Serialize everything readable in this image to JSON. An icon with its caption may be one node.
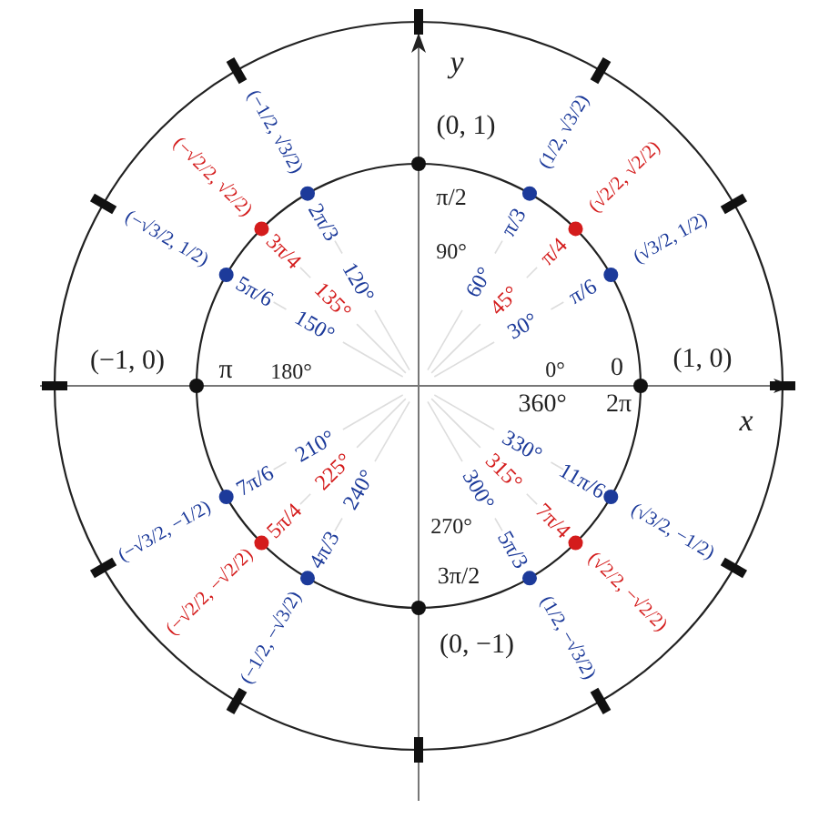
{
  "diagram": {
    "labels": [
      "y",
      "x",
      "(0, 1)",
      "π/2",
      "90°",
      "(1, 0)",
      "0",
      "0°",
      "360°",
      "2π",
      "(−1, 0)",
      "π",
      "180°",
      "(0, −1)",
      "3π/2",
      "270°",
      "(√3/2, 1/2)",
      "π/6",
      "30°",
      "(√2/2, √2/2)",
      "π/4",
      "45°",
      "(1/2, √3/2)",
      "π/3",
      "60°",
      "(−1/2, √3/2)",
      "2π/3",
      "120°",
      "(−√2/2, √2/2)",
      "3π/4",
      "135°",
      "(−√3/2, 1/2)",
      "5π/6",
      "150°",
      "(−√3/2, −1/2)",
      "7π/6",
      "210°",
      "(−√2/2, −√2/2)",
      "5π/4",
      "225°",
      "(−1/2, −√3/2)",
      "4π/3",
      "240°",
      "(1/2, −√3/2)",
      "5π/3",
      "300°",
      "(√2/2, −√2/2)",
      "7π/4",
      "315°",
      "(√3/2, −1/2)",
      "11π/6",
      "330°"
    ]
  }
}
